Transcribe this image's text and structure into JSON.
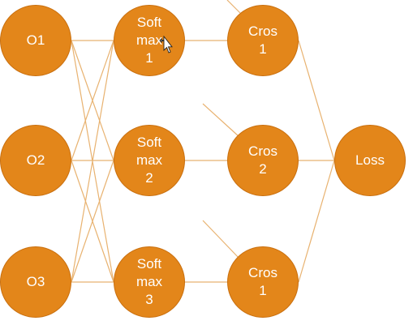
{
  "colors": {
    "node_fill": "#e3861a",
    "node_stroke": "#c96f0e",
    "edge": "#e8b270",
    "text": "#ffffff"
  },
  "nodes": {
    "o1": "O1",
    "o2": "O2",
    "o3": "O3",
    "softmax1": "Soft\nmax\n1",
    "softmax2": "Soft\nmax\n2",
    "softmax3": "Soft\nmax\n3",
    "cros1": "Cros\n1",
    "cros2": "Cros\n2",
    "cros3": "Cros\n1",
    "loss": "Loss"
  },
  "cursor_icon": "arrow-move-cursor-icon"
}
